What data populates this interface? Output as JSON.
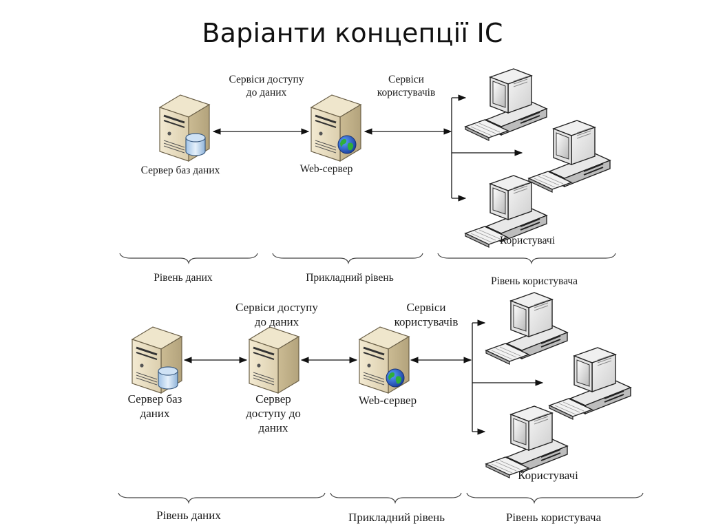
{
  "title": "Варіанти концепції ІС",
  "top_variant": {
    "nodes": {
      "db_server": "Сервер баз даних",
      "web_server": "Web-сервер",
      "users": "Користувачі"
    },
    "links": {
      "data_access_services": [
        "Сервіси доступу",
        "до даних"
      ],
      "user_services": [
        "Сервіси",
        "користувачів"
      ]
    },
    "tiers": [
      "Рівень даних",
      "Прикладний рівень",
      "Рівень користувача"
    ]
  },
  "bottom_variant": {
    "nodes": {
      "db_server": [
        "Сервер баз",
        "даних"
      ],
      "access_server": [
        "Сервер",
        "доступу до",
        "даних"
      ],
      "web_server": "Web-сервер",
      "users": "Користувачі"
    },
    "links": {
      "data_access_services": [
        "Сервіси доступу",
        "до даних"
      ],
      "user_services": [
        "Сервіси",
        "користувачів"
      ]
    },
    "tiers": [
      "Рівень даних",
      "Прикладний рівень",
      "Рівень користувача"
    ]
  },
  "icons": {
    "db_server": "server-with-database-icon",
    "web_server": "server-with-globe-icon",
    "access_server": "server-icon",
    "client": "desktop-computer-icon"
  }
}
